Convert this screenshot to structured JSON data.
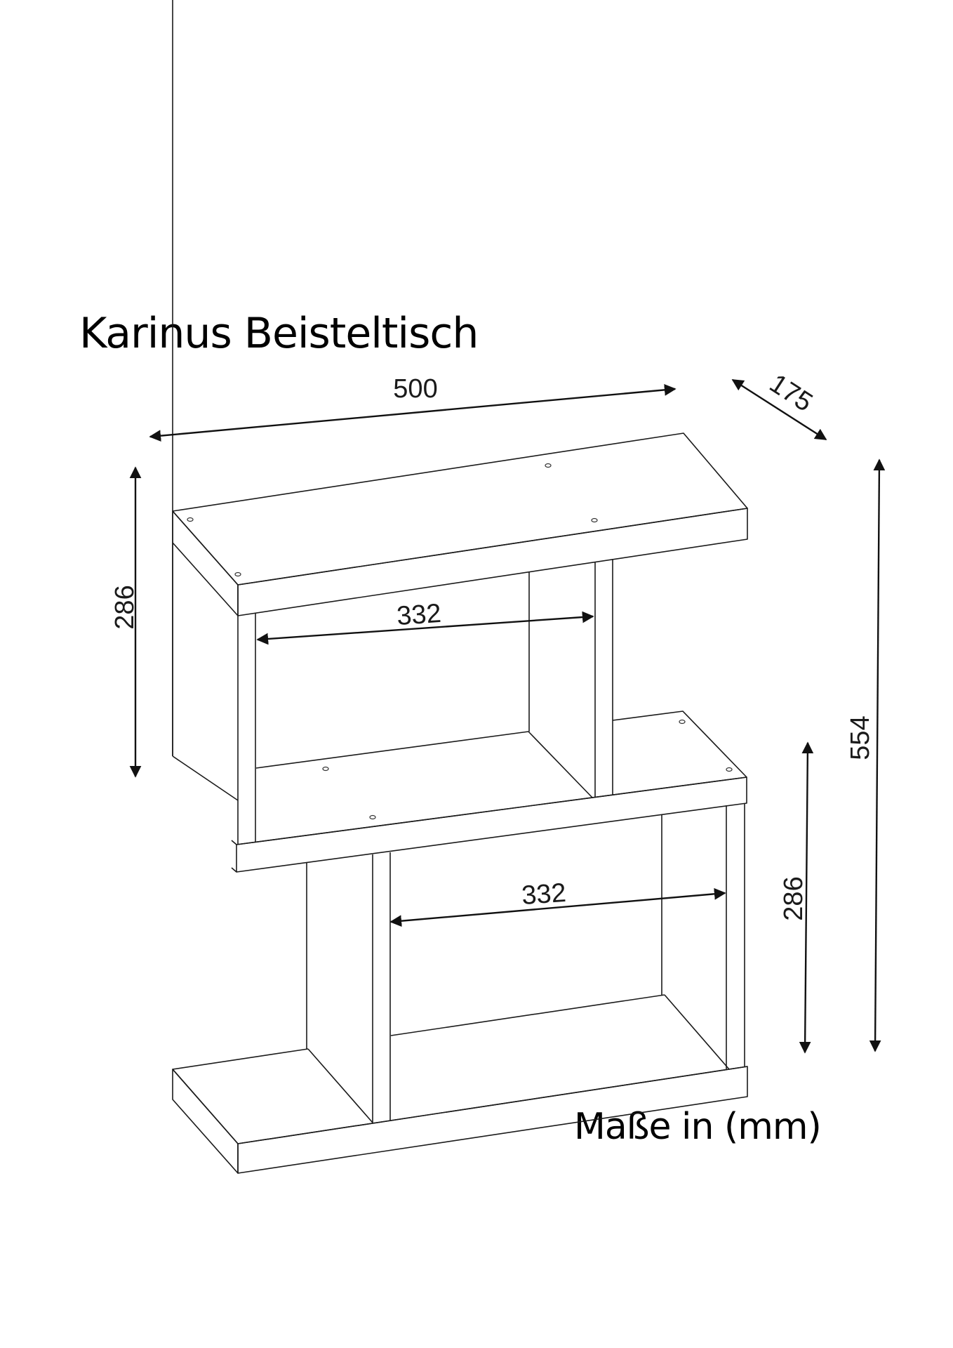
{
  "title": "Karinus Beisteltisch",
  "units_note": "Maße in (mm)",
  "dimensions": {
    "width": "500",
    "depth": "175",
    "total_height": "554",
    "upper_compartment_height": "286",
    "lower_compartment_height": "286",
    "upper_inner_width": "332",
    "lower_inner_width": "332"
  },
  "colors": {
    "line": "#1a1a1a",
    "background": "#ffffff"
  }
}
